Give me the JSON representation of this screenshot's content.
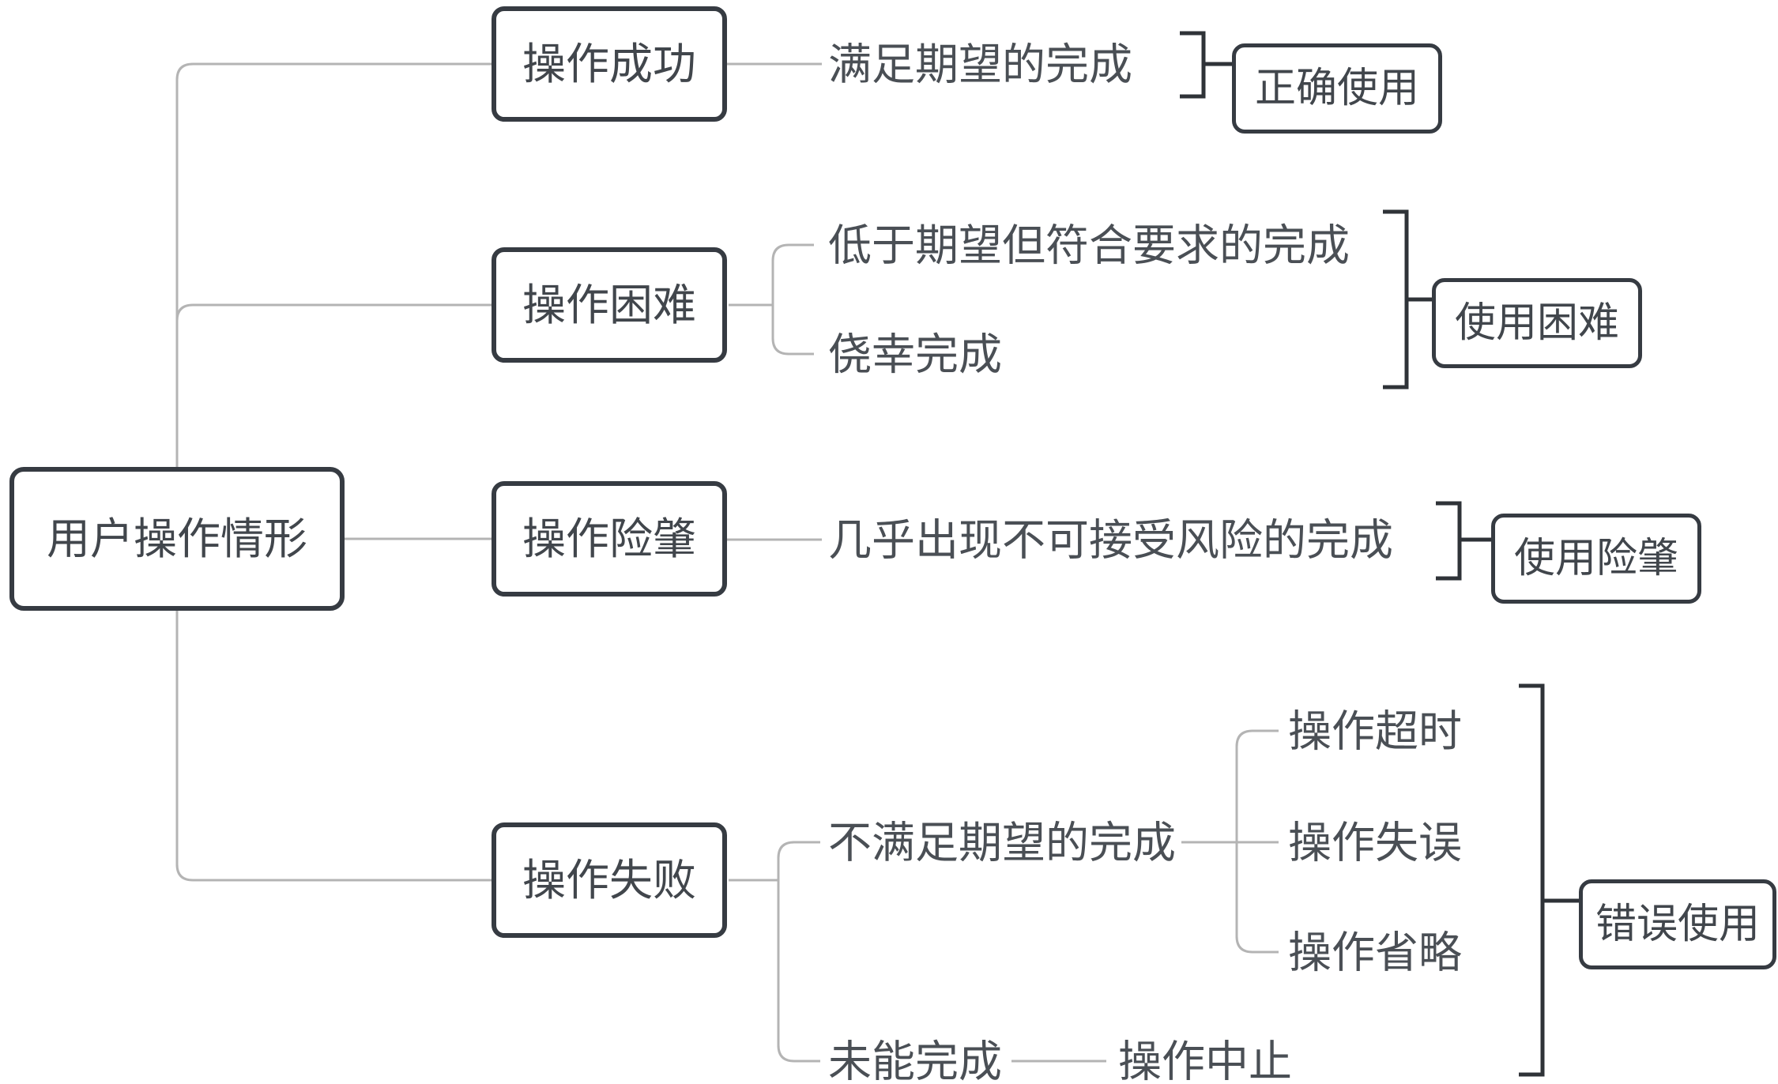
{
  "diagram": {
    "type": "mindmap",
    "root": {
      "label": "用户操作情形"
    },
    "branches": [
      {
        "label": "操作成功",
        "children": [
          {
            "label": "满足期望的完成"
          }
        ],
        "outcome": {
          "label": "正确使用"
        }
      },
      {
        "label": "操作困难",
        "children": [
          {
            "label": "低于期望但符合要求的完成"
          },
          {
            "label": "侥幸完成"
          }
        ],
        "outcome": {
          "label": "使用困难"
        }
      },
      {
        "label": "操作险肇",
        "children": [
          {
            "label": "几乎出现不可接受风险的完成"
          }
        ],
        "outcome": {
          "label": "使用险肇"
        }
      },
      {
        "label": "操作失败",
        "children": [
          {
            "label": "不满足期望的完成",
            "children": [
              {
                "label": "操作超时"
              },
              {
                "label": "操作失误"
              },
              {
                "label": "操作省略"
              }
            ]
          },
          {
            "label": "未能完成",
            "children": [
              {
                "label": "操作中止"
              }
            ]
          }
        ],
        "outcome": {
          "label": "错误使用"
        }
      }
    ],
    "colors": {
      "background": "#ffffff",
      "node_border": "#363b42",
      "node_text": "#41464c",
      "label_text": "#4a4f55",
      "line_light": "#b4b4b4",
      "line_dark": "#2f3338"
    }
  }
}
